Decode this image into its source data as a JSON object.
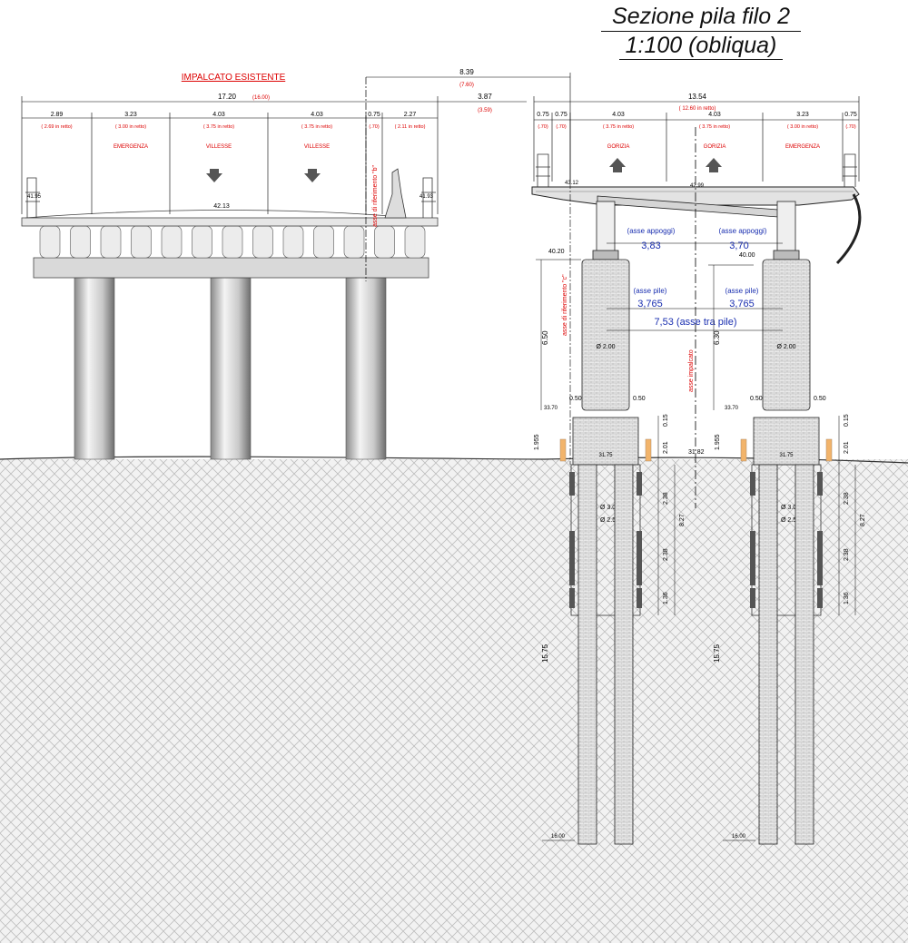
{
  "title": {
    "line1": "Sezione pila filo 2",
    "line2": "1:100 (obliqua)"
  },
  "existing": {
    "heading": "IMPALCATO ESISTENTE",
    "total_width": "17.20",
    "total_width_red": "(16.00)",
    "lanes": [
      {
        "dim": "2.89",
        "retto": "( 2.69 in retto)",
        "name": ""
      },
      {
        "dim": "3.23",
        "retto": "( 3.00 in retto)",
        "name": "EMERGENZA"
      },
      {
        "dim": "4.03",
        "retto": "( 3.75 in retto)",
        "name": "VILLESSE"
      },
      {
        "dim": "4.03",
        "retto": "( 3.75 in retto)",
        "name": "VILLESSE"
      },
      {
        "dim": "0.75",
        "retto": "(.70)",
        "name": ""
      },
      {
        "dim": "2.27",
        "retto": "( 2.11 in retto)",
        "name": ""
      }
    ],
    "crown_level": "42.13",
    "rail_level_left": "41.95",
    "rail_level_right": "41.93",
    "axis_label": "asse di riferimento \"b\""
  },
  "gap": {
    "dim1": "8.39",
    "dim1_red": "(7.60)",
    "dim2": "3.87",
    "dim2_red": "(3.59)"
  },
  "new_deck": {
    "total_width": "13.54",
    "total_width_red": "( 12.60 in retto)",
    "lanes": [
      {
        "dim": "0.75",
        "retto": "(.70)",
        "name": ""
      },
      {
        "dim": "0.75",
        "retto": "(.70)",
        "name": ""
      },
      {
        "dim": "4.03",
        "retto": "( 3.75 in retto)",
        "name": "GORIZIA"
      },
      {
        "dim": "4.03",
        "retto": "( 3.75 in retto)",
        "name": "GORIZIA"
      },
      {
        "dim": "3.23",
        "retto": "( 3.00 in retto)",
        "name": "EMERGENZA"
      },
      {
        "dim": "0.75",
        "retto": "(.70)",
        "name": ""
      }
    ],
    "level_left": "43.12",
    "level_center": "42.99",
    "bearings_label_left": "(asse appoggi)",
    "bearings_value_left": "3,83",
    "bearings_label_right": "(asse appoggi)",
    "bearings_value_right": "3,70",
    "pier_label_left": "(asse pile)",
    "pier_value_left": "3,765",
    "pier_label_right": "(asse pile)",
    "pier_value_right": "3,765",
    "between_piers": "7,53 (asse tra pile)",
    "axis_c_label": "asse di riferimento \"c\"",
    "axis_deck_label": "asse impalcato",
    "level_left_pier": "40.20",
    "level_right_pier": "40.00",
    "pier_height_left": "6.50",
    "pier_height_right": "6.30",
    "pier_diameter": "Ø 2.00",
    "offset": "0.50",
    "footing_level": "33.70",
    "cap_top": "0.15",
    "cap_depth": "2.01",
    "cap_height": "1.955",
    "cap_level": "31.75",
    "ground_level": "31.82",
    "casing_outer": "Ø 3.00",
    "casing_inner": "Ø 2.50",
    "seg1": "2.38",
    "seg2": "2.38",
    "seg3": "1.36",
    "seg_total": "8.27",
    "pile_length": "15.75",
    "pile_tip": "16.00"
  }
}
